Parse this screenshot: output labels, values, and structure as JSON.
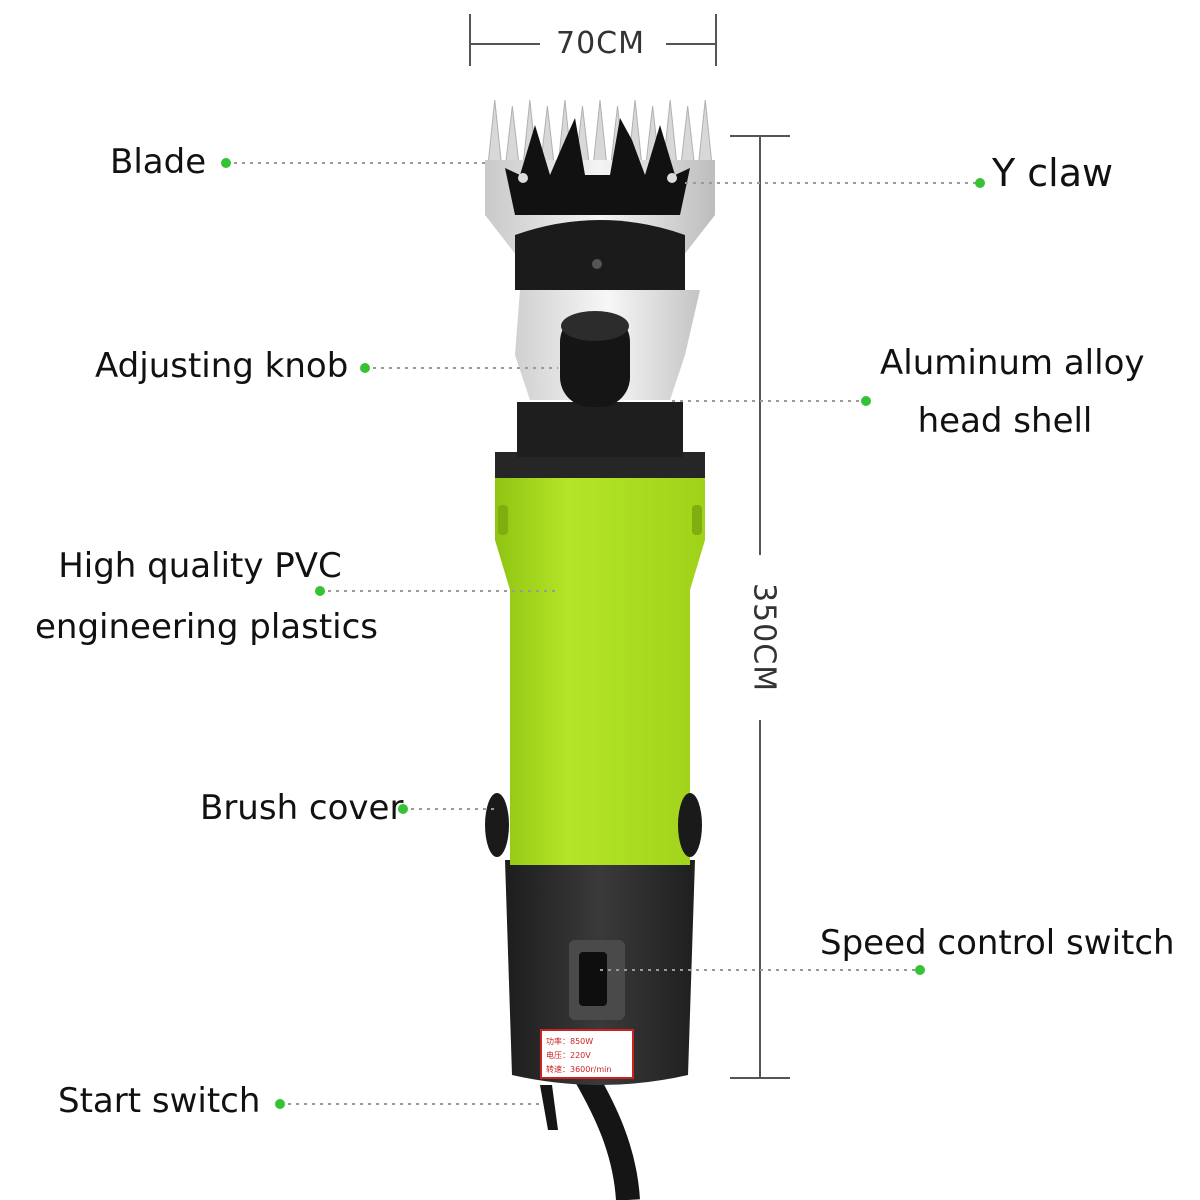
{
  "dimensions": {
    "width_label": "70CM",
    "height_label": "350CM"
  },
  "labels": {
    "blade": "Blade",
    "y_claw": "Y claw",
    "adjusting_knob": "Adjusting knob",
    "aluminum_line1": "Aluminum alloy",
    "aluminum_line2": "head shell",
    "pvc_line1": "High quality PVC",
    "pvc_line2": "engineering plastics",
    "brush_cover": "Brush cover",
    "speed_control_switch": "Speed control switch",
    "start_switch": "Start switch"
  },
  "spec_plate": {
    "power": "功率：850W",
    "voltage": "电压：220V",
    "speed": "转速：3600r/min"
  },
  "colors": {
    "body_green": "#a6d81a",
    "dark_body": "#2a2a2a",
    "marker_green": "#35c235",
    "leader_line": "#9a9a9a",
    "dimension_line": "#555555"
  }
}
